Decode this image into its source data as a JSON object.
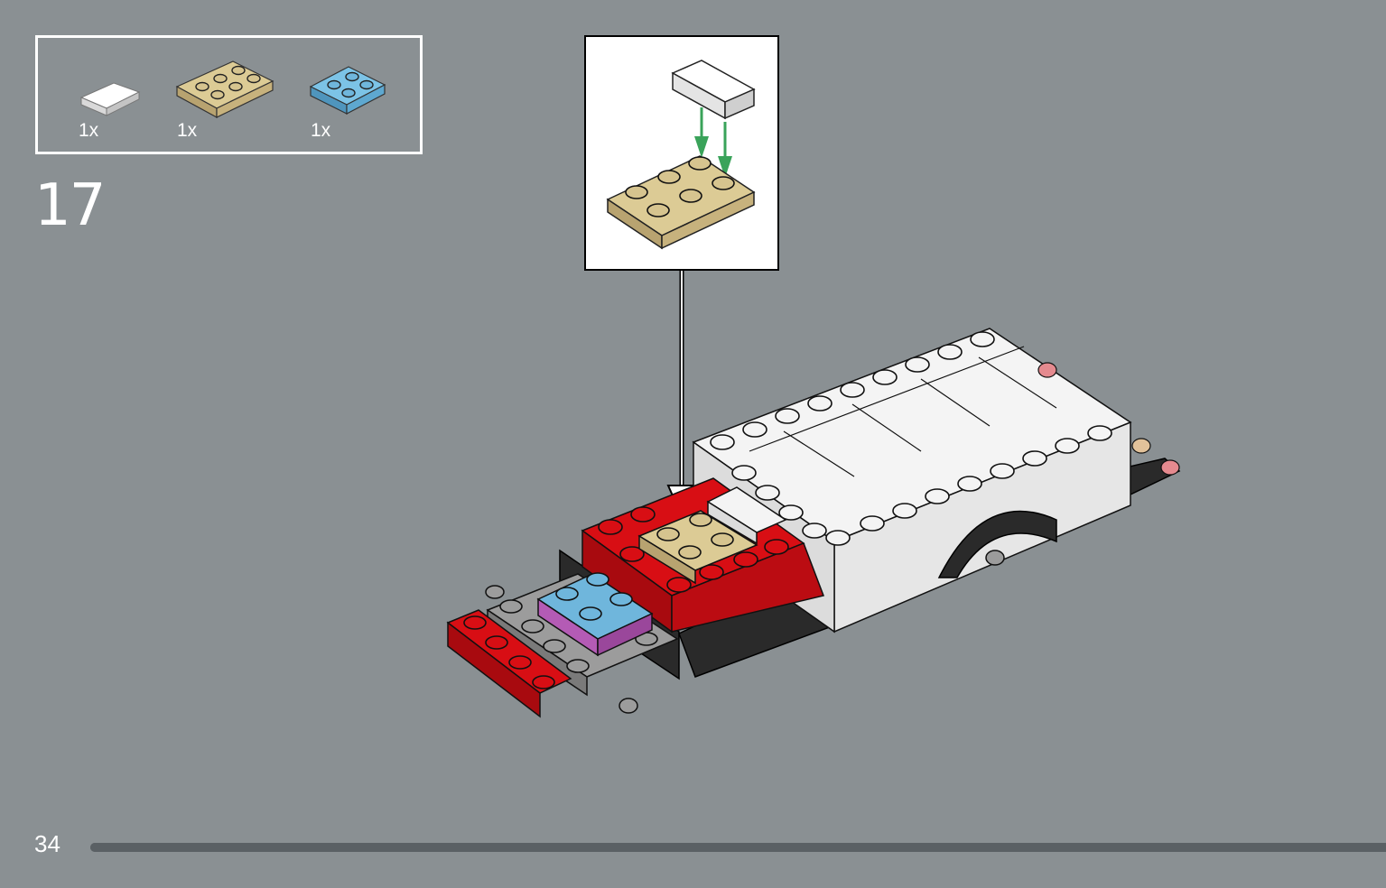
{
  "step": {
    "number": "17"
  },
  "parts": [
    {
      "name": "white-tile-1x2",
      "quantity": "1x",
      "color": "#f2f2f2"
    },
    {
      "name": "tan-plate-2x3",
      "quantity": "1x",
      "color": "#d6c48f"
    },
    {
      "name": "blue-plate-2x2",
      "quantity": "1x",
      "color": "#6fb6dc"
    }
  ],
  "footer": {
    "page_number": "34",
    "progress_fraction": 1.0
  },
  "colors": {
    "background": "#8a9093",
    "white_brick": "#f4f4f4",
    "tan_brick": "#d6c48f",
    "red_brick": "#d80e14",
    "blue_brick": "#6fb6dc",
    "gray_brick": "#9c9c9c",
    "magenta_brick": "#b45bb5",
    "black_brick": "#2a2a2a",
    "arrow_green": "#3aa35a"
  }
}
